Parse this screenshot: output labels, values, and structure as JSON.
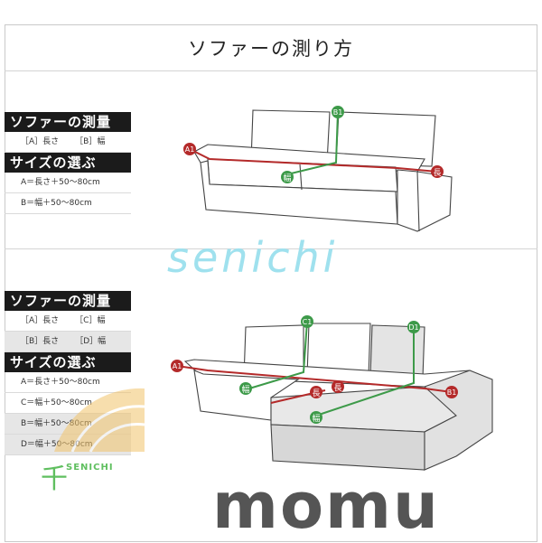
{
  "title": "ソファーの測り方",
  "section1": {
    "measure_header": "ソファーの測量",
    "measure_items": [
      "［A］長さ",
      "［B］幅"
    ],
    "size_header": "サイズの選ぶ",
    "size_items": [
      "A＝長さ＋50～80cm",
      "B＝幅＋50～80cm"
    ]
  },
  "section2": {
    "measure_header": "ソファーの測量",
    "measure_rows": [
      [
        "［A］長さ",
        "［C］幅"
      ],
      [
        "［B］長さ",
        "［D］幅"
      ]
    ],
    "size_header": "サイズの選ぶ",
    "size_items": [
      "A＝長さ＋50～80cm",
      "C＝幅＋50～80cm",
      "B＝幅＋50～80cm",
      "D＝幅＋50～80cm"
    ]
  },
  "sofa1_labels": {
    "a1": "A1",
    "b1": "B1",
    "length": "長",
    "width": "幅"
  },
  "sofa2_labels": {
    "a1": "A1",
    "b1": "B1",
    "c1": "C1",
    "d1": "D1",
    "length": "長",
    "width": "幅"
  },
  "watermark": "senichi",
  "logo": {
    "mark": "千",
    "text": "SENICHI"
  },
  "brand": "momu",
  "colors": {
    "red": "#b42a2a",
    "green": "#3d9a49",
    "accent": "#9fe1ee"
  }
}
